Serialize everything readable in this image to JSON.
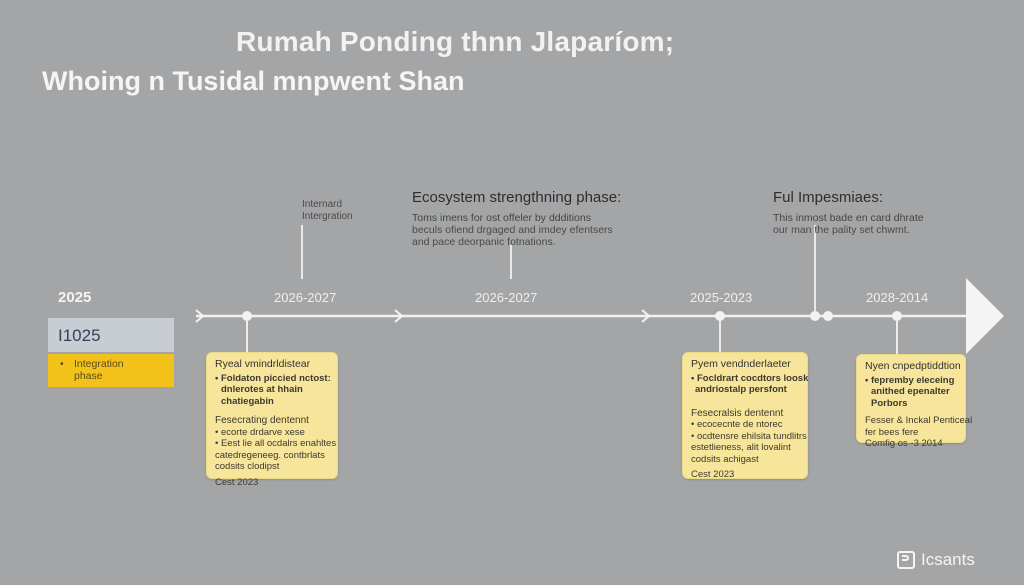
{
  "title_line1": "Rumah Ponding thnn Jlaparíom;",
  "title_line2": "Whoing n Tusidal mnpwent Shan",
  "left_panel": {
    "year": "2025",
    "value_box": "I1025",
    "phase_bullet": "•",
    "phase_label_1": "Integration",
    "phase_label_2": "phase"
  },
  "year_ticks": [
    {
      "label": "2026-2027"
    },
    {
      "label": "2026-2027"
    },
    {
      "label": "2025-2023"
    },
    {
      "label": "2028-2014"
    }
  ],
  "callouts": [
    {
      "head": "",
      "lines": [
        "Internard",
        "Intergration"
      ]
    },
    {
      "head": "Ecosystem strengthning phase:",
      "lines": [
        "Toms imens for ost offeler by ddditions",
        "beculs ofiend drgaged and imdey efentsers",
        "and pace deorpanic fotnations."
      ]
    },
    {
      "head": "Ful Impesmiaes:",
      "lines": [
        "This inmost bade en card dhrate",
        "our man the pality set chwmt."
      ]
    }
  ],
  "cards": [
    {
      "title": "Ryeal vmindrldistear",
      "bold_lines": [
        "• Foldaton piccied nctost:",
        "dnlerotes at hhain",
        "chatiegabin"
      ],
      "subtitle": "Fesecrating dentennt",
      "lines": [
        "• ecorte drdarve xese",
        "• Eest lie all ocdalrs enahltes",
        "catedregeneeg. contbrlats",
        "codsits clodipst"
      ],
      "footer": "Cest 2023"
    },
    {
      "title": "Pyem vendnderlaeter",
      "bold_lines": [
        "• Focldrart cocdtors loosk",
        "andriostalp persfont"
      ],
      "subtitle": "Fesecralsis dentennt",
      "lines": [
        "• ecocecnte de ntorec",
        "• ocdtensre ehilsita tundlitrs",
        "estetlieness, alit lovalint",
        "codsits achigast"
      ],
      "footer": "Cest 2023"
    },
    {
      "title": "Nyen cnpedptiddtion",
      "bold_lines": [
        "• fepremby eleceing",
        "anithed epenalter",
        "Porbors"
      ],
      "subtitle": "",
      "lines": [
        "Fesser & Inckal Penticeal",
        "fer bees fere",
        "Comfig os -3 2014"
      ],
      "footer": ""
    }
  ],
  "logo_text": "Icsants",
  "colors": {
    "background": "#a4a5a7",
    "timeline": "#f2f2f2",
    "phase_yellow": "#f2c21b",
    "value_box": "#c8ccd3",
    "card_fill": "#f6e59a"
  }
}
